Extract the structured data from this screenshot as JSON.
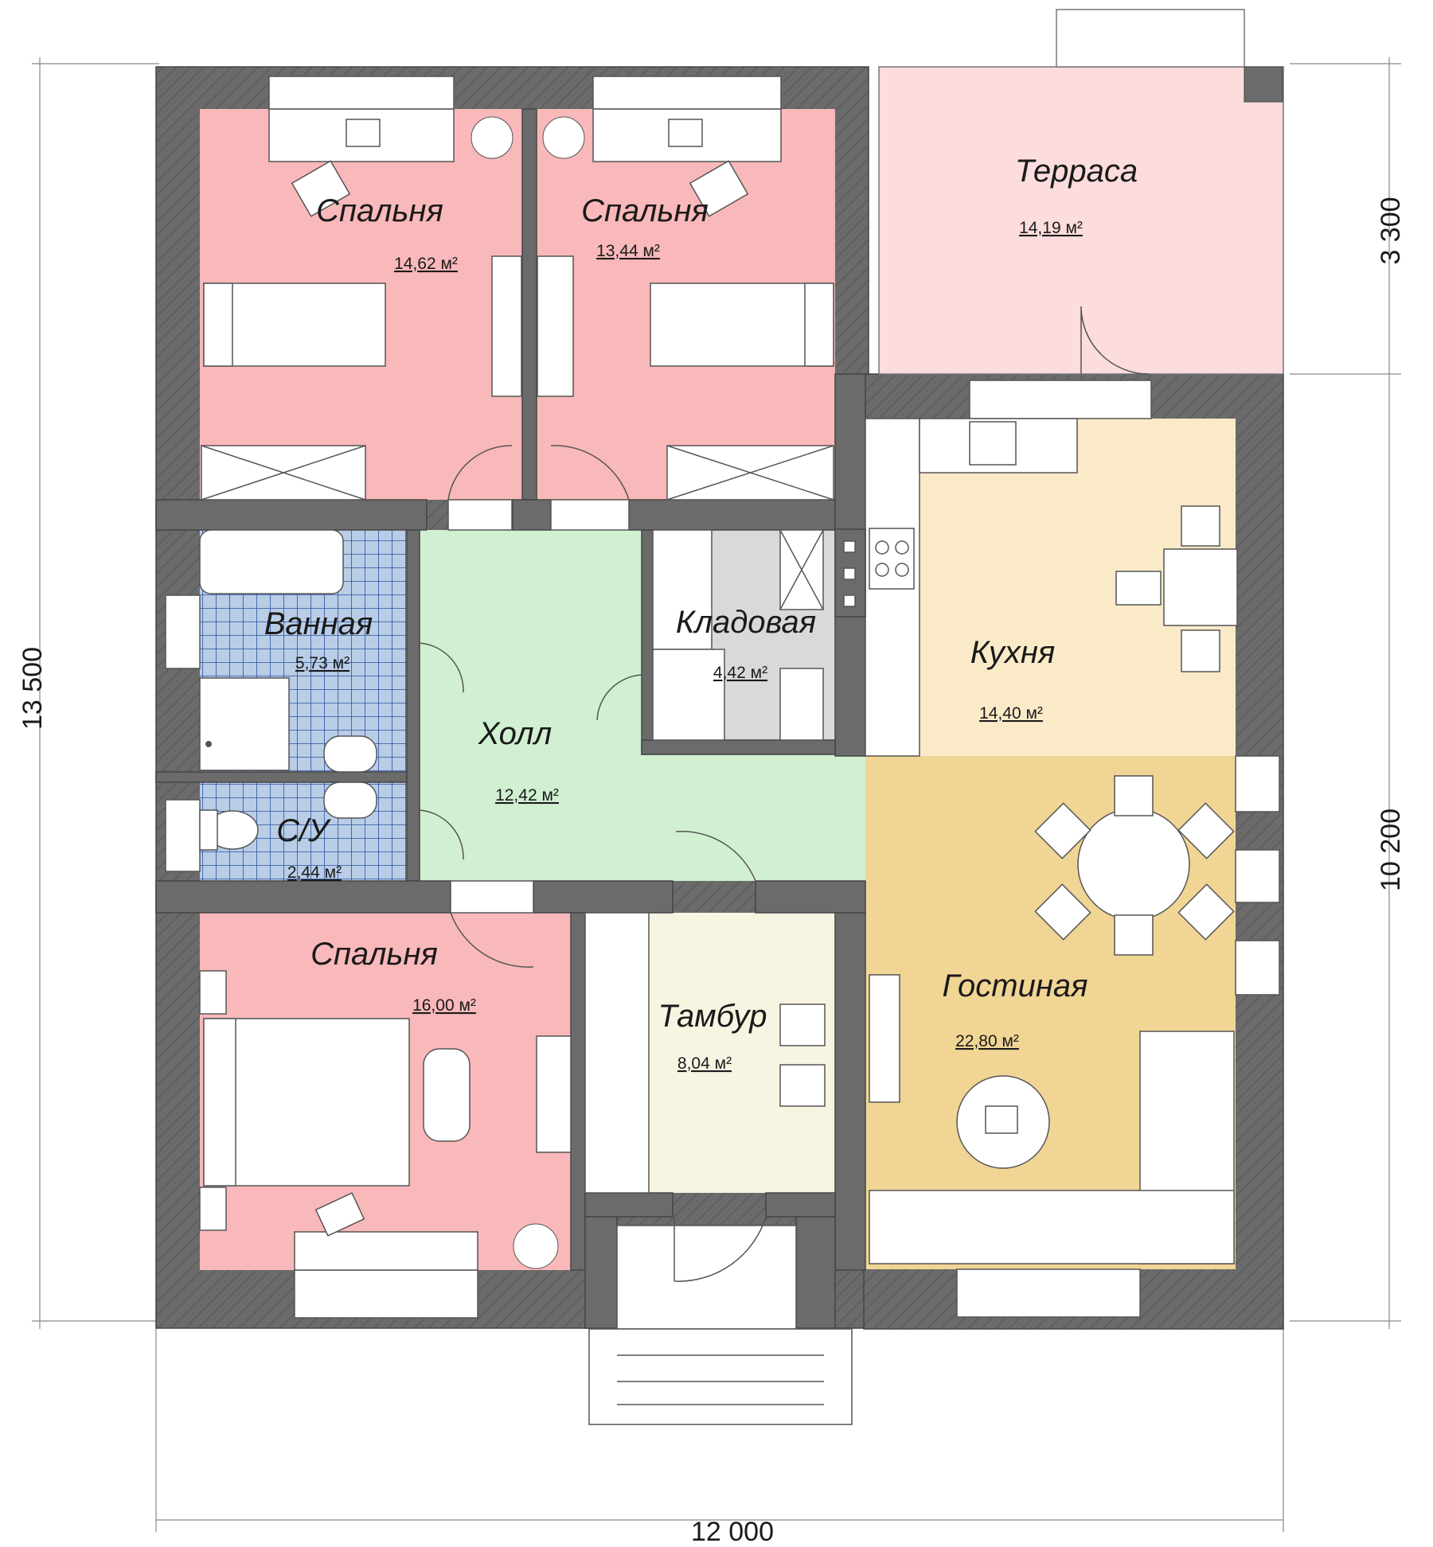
{
  "rooms": [
    {
      "id": "bedroom1",
      "name": "Спальня",
      "area": "14,62 м²"
    },
    {
      "id": "bedroom2",
      "name": "Спальня",
      "area": "13,44 м²"
    },
    {
      "id": "terrace",
      "name": "Терраса",
      "area": "14,19 м²"
    },
    {
      "id": "bathroom",
      "name": "Ванная",
      "area": "5,73 м²"
    },
    {
      "id": "pantry",
      "name": "Кладовая",
      "area": "4,42 м²"
    },
    {
      "id": "kitchen",
      "name": "Кухня",
      "area": "14,40 м²"
    },
    {
      "id": "hall",
      "name": "Холл",
      "area": "12,42 м²"
    },
    {
      "id": "wc",
      "name": "С/У",
      "area": "2,44 м²"
    },
    {
      "id": "bedroom3",
      "name": "Спальня",
      "area": "16,00 м²"
    },
    {
      "id": "vestibule",
      "name": "Тамбур",
      "area": "8,04 м²"
    },
    {
      "id": "living",
      "name": "Гостиная",
      "area": "22,80 м²"
    }
  ],
  "dimensions": {
    "total_height": "13 500",
    "total_width": "12 000",
    "terrace_depth": "3 300",
    "house_depth": "10 200"
  },
  "colors": {
    "bedroom": "#f9b8ba",
    "terrace": "#fcdcdc",
    "bath_tile": "#b9cde6",
    "hall": "#d1f0d1",
    "pantry": "#d9d9d9",
    "kitchen": "#faeac8",
    "living": "#f1d595",
    "vestibule": "#f7f4e2",
    "wall": "#6b6b6b"
  }
}
